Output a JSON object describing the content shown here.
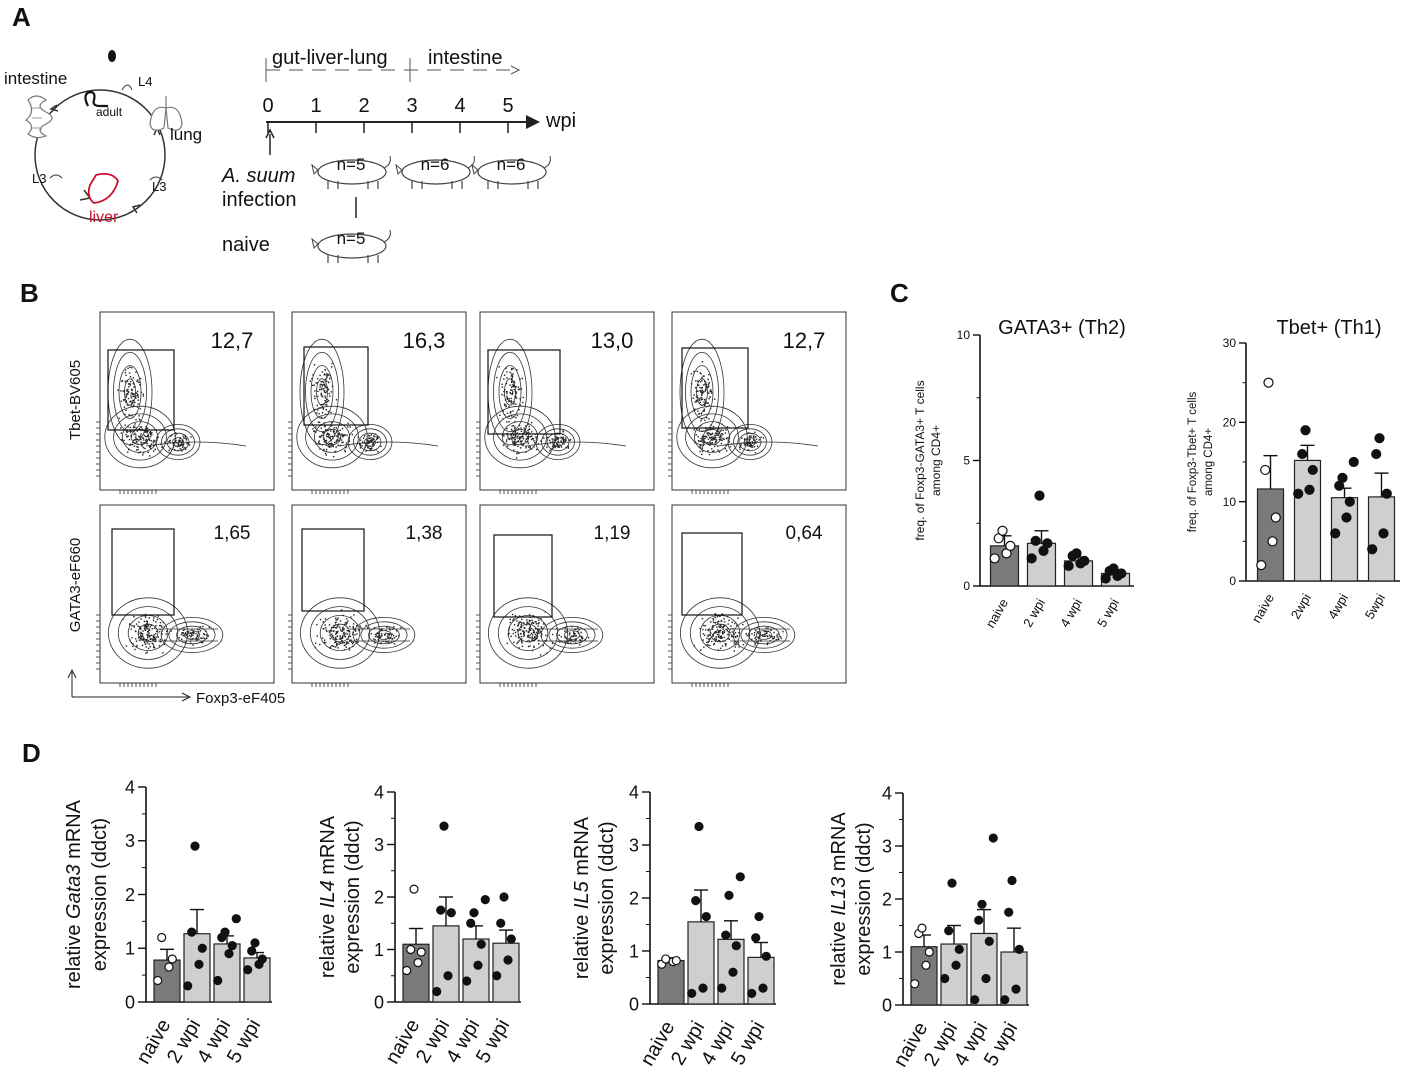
{
  "panels": {
    "a": "A",
    "b": "B",
    "c": "C",
    "d": "D"
  },
  "lifecycle": {
    "intestine": "intestine",
    "adult": "adult",
    "lung": "lung",
    "liver": "liver",
    "l4": "L4",
    "l3_left": "L3",
    "l3_right": "L3"
  },
  "timeline": {
    "phase1": "gut-liver-lung",
    "phase2": "intestine",
    "unit": "wpi",
    "ticks": [
      "0",
      "1",
      "2",
      "3",
      "4",
      "5"
    ],
    "pigs": [
      {
        "label": "n=5"
      },
      {
        "label": "n=6"
      },
      {
        "label": "n=6"
      },
      {
        "label": "n=5"
      }
    ],
    "infection_italic": "A. suum",
    "infection": "infection",
    "naive": "naive"
  },
  "flow": {
    "tbet_axis": "Tbet-BV605",
    "gata_axis": "GATA3-eF660",
    "foxp3_axis": "Foxp3-eF405",
    "tbet_values": [
      "12,7",
      "16,3",
      "13,0",
      "12,7"
    ],
    "gata_values": [
      "1,65",
      "1,38",
      "1,19",
      "0,64"
    ]
  },
  "chart_data": [
    {
      "id": "c_gata3",
      "type": "bar",
      "title": "GATA3+ (Th2)",
      "ylabel": "freq. of Foxp3-GATA3+ T cells among CD4+",
      "ylim": [
        0,
        10
      ],
      "yticks": [
        "0",
        "5",
        "10"
      ],
      "categories": [
        "naive",
        "2 wpi",
        "4 wpi",
        "5 wpi"
      ],
      "values": [
        1.6,
        1.7,
        1.0,
        0.5
      ],
      "errors": [
        0.4,
        0.5,
        0.15,
        0.1
      ],
      "points": [
        [
          1.1,
          1.3,
          1.6,
          1.9,
          2.2
        ],
        [
          1.1,
          1.4,
          1.7,
          1.8,
          3.6
        ],
        [
          0.8,
          0.9,
          1.0,
          1.2,
          1.3
        ],
        [
          0.3,
          0.4,
          0.5,
          0.6,
          0.7
        ]
      ],
      "open_markers": [
        true,
        false,
        false,
        false
      ],
      "bar_colors": [
        "#7a7a7a",
        "#cfcfcf",
        "#cfcfcf",
        "#cfcfcf"
      ]
    },
    {
      "id": "c_tbet",
      "type": "bar",
      "title": "Tbet+ (Th1)",
      "ylabel": "freq. of Foxp3-Tbet+ T cells among CD4+",
      "ylim": [
        0,
        30
      ],
      "yticks": [
        "0",
        "10",
        "20",
        "30"
      ],
      "categories": [
        "naive",
        "2wpi",
        "4wpi",
        "5wpi"
      ],
      "values": [
        11.6,
        15.2,
        10.5,
        10.6
      ],
      "errors": [
        4.2,
        1.9,
        1.2,
        3.0
      ],
      "points": [
        [
          2,
          5,
          8,
          14,
          25
        ],
        [
          11,
          11.5,
          14,
          16,
          19
        ],
        [
          6,
          8,
          10,
          12,
          13,
          15
        ],
        [
          4,
          6,
          11,
          16,
          18
        ]
      ],
      "open_markers": [
        true,
        false,
        false,
        false
      ],
      "bar_colors": [
        "#7a7a7a",
        "#cfcfcf",
        "#cfcfcf",
        "#cfcfcf"
      ]
    },
    {
      "id": "d_gata3",
      "type": "bar",
      "ylabel": "relative Gata3 mRNA expression (ddct)",
      "ylim": [
        0,
        4
      ],
      "yticks": [
        "0",
        "1",
        "2",
        "3",
        "4"
      ],
      "categories": [
        "naive",
        "2 wpi",
        "4 wpi",
        "5 wpi"
      ],
      "values": [
        0.78,
        1.27,
        1.08,
        0.82
      ],
      "errors": [
        0.2,
        0.45,
        0.15,
        0.1
      ],
      "points": [
        [
          0.4,
          0.65,
          0.8,
          1.2
        ],
        [
          0.3,
          0.7,
          1.0,
          1.3,
          2.9
        ],
        [
          0.4,
          0.9,
          1.05,
          1.2,
          1.3,
          1.55
        ],
        [
          0.6,
          0.7,
          0.8,
          0.95,
          1.1
        ]
      ],
      "open_markers": [
        true,
        false,
        false,
        false
      ],
      "bar_colors": [
        "#7a7a7a",
        "#cfcfcf",
        "#cfcfcf",
        "#cfcfcf"
      ]
    },
    {
      "id": "d_il4",
      "type": "bar",
      "ylabel": "relative IL4 mRNA expression (ddct)",
      "ylim": [
        0,
        4
      ],
      "yticks": [
        "0",
        "1",
        "2",
        "3",
        "4"
      ],
      "categories": [
        "naive",
        "2 wpi",
        "4 wpi",
        "5 wpi"
      ],
      "values": [
        1.1,
        1.45,
        1.2,
        1.12
      ],
      "errors": [
        0.3,
        0.55,
        0.25,
        0.25
      ],
      "points": [
        [
          0.6,
          0.75,
          0.95,
          1.0,
          2.15
        ],
        [
          0.2,
          0.5,
          1.7,
          1.75,
          3.35
        ],
        [
          0.4,
          0.7,
          1.1,
          1.5,
          1.7,
          1.95
        ],
        [
          0.5,
          0.8,
          1.2,
          1.5,
          2.0
        ]
      ],
      "open_markers": [
        true,
        false,
        false,
        false
      ],
      "bar_colors": [
        "#7a7a7a",
        "#cfcfcf",
        "#cfcfcf",
        "#cfcfcf"
      ]
    },
    {
      "id": "d_il5",
      "type": "bar",
      "ylabel": "relative IL5 mRNA expression (ddct)",
      "ylim": [
        0,
        4
      ],
      "yticks": [
        "0",
        "1",
        "2",
        "3",
        "4"
      ],
      "categories": [
        "naive",
        "2 wpi",
        "4 wpi",
        "5 wpi"
      ],
      "values": [
        0.82,
        1.55,
        1.22,
        0.88
      ],
      "errors": [
        0.05,
        0.6,
        0.35,
        0.28
      ],
      "points": [
        [
          0.75,
          0.8,
          0.82,
          0.85
        ],
        [
          0.2,
          0.3,
          1.65,
          1.95,
          3.35
        ],
        [
          0.3,
          0.6,
          1.1,
          1.3,
          2.05,
          2.4
        ],
        [
          0.2,
          0.3,
          0.9,
          1.25,
          1.65
        ]
      ],
      "open_markers": [
        true,
        false,
        false,
        false
      ],
      "bar_colors": [
        "#7a7a7a",
        "#cfcfcf",
        "#cfcfcf",
        "#cfcfcf"
      ]
    },
    {
      "id": "d_il13",
      "type": "bar",
      "ylabel": "relative IL13 mRNA expression (ddct)",
      "ylim": [
        0,
        4
      ],
      "yticks": [
        "0",
        "1",
        "2",
        "3",
        "4"
      ],
      "categories": [
        "naive",
        "2 wpi",
        "4 wpi",
        "5 wpi"
      ],
      "values": [
        1.1,
        1.15,
        1.35,
        1.0
      ],
      "errors": [
        0.22,
        0.35,
        0.45,
        0.45
      ],
      "points": [
        [
          0.4,
          0.75,
          1.0,
          1.35,
          1.45
        ],
        [
          0.5,
          0.75,
          1.05,
          1.4,
          2.3
        ],
        [
          0.1,
          0.5,
          1.2,
          1.6,
          1.9,
          3.15
        ],
        [
          0.1,
          0.3,
          1.05,
          1.75,
          2.35
        ]
      ],
      "open_markers": [
        true,
        false,
        false,
        false
      ],
      "bar_colors": [
        "#7a7a7a",
        "#cfcfcf",
        "#cfcfcf",
        "#cfcfcf"
      ]
    }
  ]
}
